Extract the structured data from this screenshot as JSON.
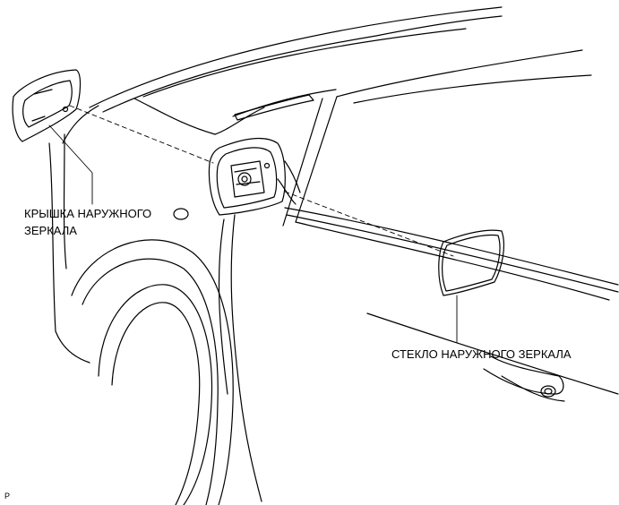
{
  "labels": {
    "mirror_cover": [
      "КРЫШКА НАРУЖНОГО",
      "ЗЕРКАЛА"
    ],
    "mirror_glass": "СТЕКЛО НАРУЖНОГО ЗЕРКАЛА"
  },
  "figure_code": "P"
}
